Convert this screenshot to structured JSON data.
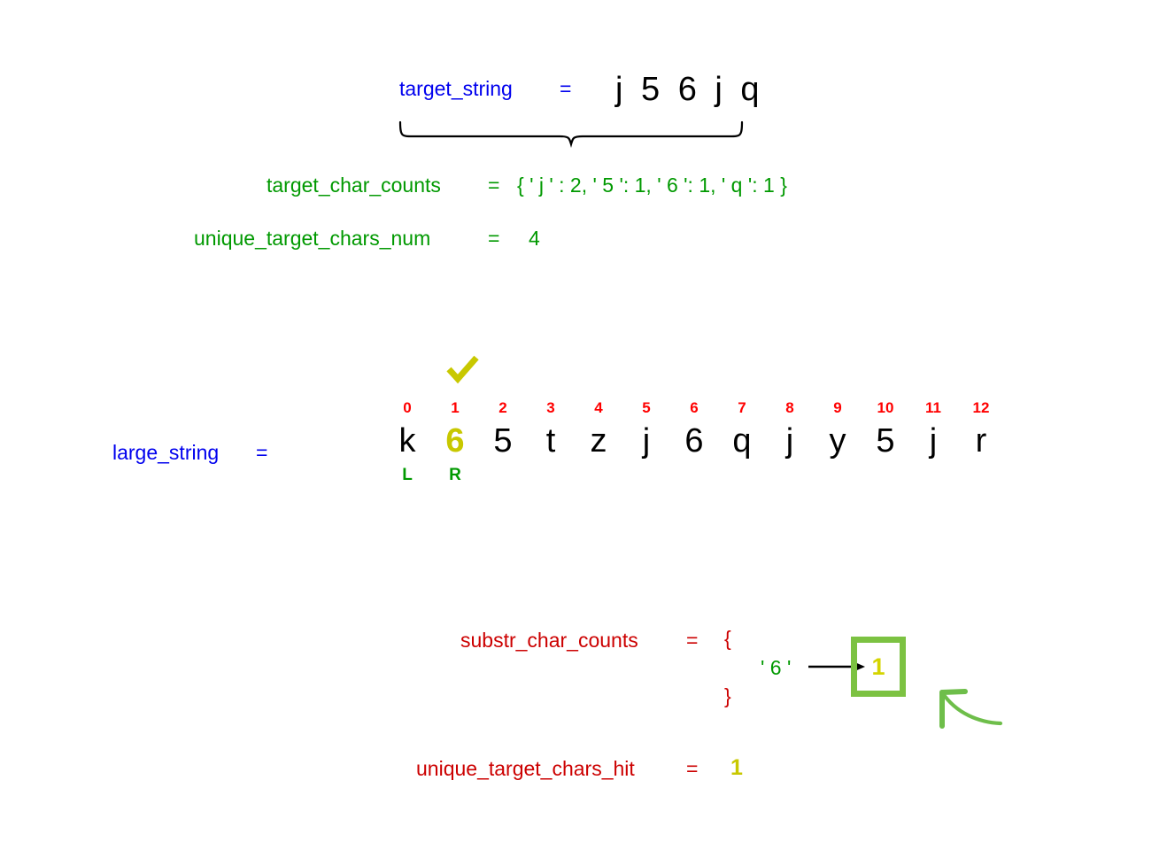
{
  "colors": {
    "variable_blue": "#0000ee",
    "target_green": "#009900",
    "substr_red": "#cc0000",
    "index_red": "#ff0000",
    "highlight_olive": "#c8c800",
    "box_green": "#7cc242",
    "char_black": "#000000"
  },
  "target_string": {
    "label": "target_string",
    "equals": "=",
    "value": "j 5 6 j q",
    "chars": [
      "j",
      "5",
      "6",
      "j",
      "q"
    ]
  },
  "target_char_counts": {
    "label": "target_char_counts",
    "equals": "=",
    "value": "{ ' j ' : 2,  ' 5 ': 1,  ' 6 ': 1,  ' q ': 1 }",
    "entries": [
      {
        "key": "j",
        "count": 2
      },
      {
        "key": "5",
        "count": 1
      },
      {
        "key": "6",
        "count": 1
      },
      {
        "key": "q",
        "count": 1
      }
    ]
  },
  "unique_target_chars_num": {
    "label": "unique_target_chars_num",
    "equals": "=",
    "value": "4"
  },
  "large_string": {
    "label": "large_string",
    "equals": "=",
    "indices": [
      "0",
      "1",
      "2",
      "3",
      "4",
      "5",
      "6",
      "7",
      "8",
      "9",
      "10",
      "11",
      "12"
    ],
    "chars": [
      "k",
      "6",
      "5",
      "t",
      "z",
      "j",
      "6",
      "q",
      "j",
      "y",
      "5",
      "j",
      "r"
    ],
    "highlighted_index": 1,
    "pointers": [
      {
        "index": 0,
        "label": "L"
      },
      {
        "index": 1,
        "label": "R"
      }
    ],
    "check_mark_index": 1,
    "check_mark_glyph": "check-icon"
  },
  "substr_char_counts": {
    "label": "substr_char_counts",
    "equals": "=",
    "open_brace": "{",
    "close_brace": "}",
    "entries": [
      {
        "key": "' 6 '",
        "value": "1"
      }
    ]
  },
  "unique_target_chars_hit": {
    "label": "unique_target_chars_hit",
    "equals": "=",
    "value": "1"
  }
}
